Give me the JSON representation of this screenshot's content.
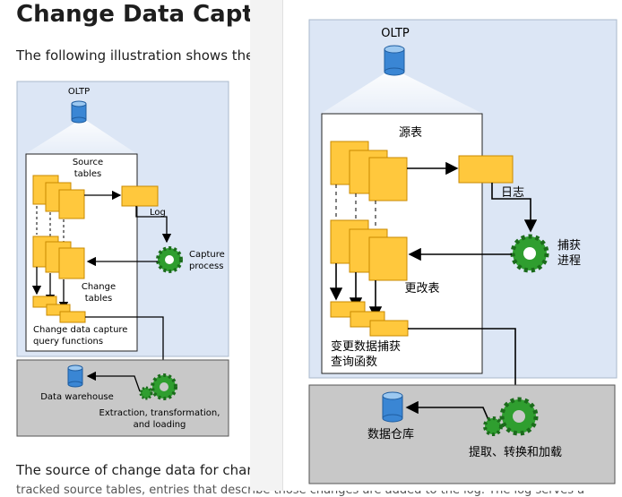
{
  "article": {
    "title": "Change Data Capture",
    "intro": "The following illustration shows the p",
    "bottom_text": "The source of change data for chang",
    "bottom_cut": "tracked source tables, entries that describe those changes are added to the log. The log serves a"
  },
  "diagram_en": {
    "oltp": "OLTP",
    "source_tables_1": "Source",
    "source_tables_2": "tables",
    "log": "Log",
    "capture_1": "Capture",
    "capture_2": "process",
    "change_tables_1": "Change",
    "change_tables_2": "tables",
    "query_1": "Change data capture",
    "query_2": "query functions",
    "dw": "Data warehouse",
    "etl_1": "Extraction, transformation,",
    "etl_2": "and loading"
  },
  "diagram_cn": {
    "oltp": "OLTP",
    "source_tables": "源表",
    "log": "日志",
    "capture_1": "捕获",
    "capture_2": "进程",
    "change_tables": "更改表",
    "query_1": "变更数据捕获",
    "query_2": "查询函数",
    "dw": "数据仓库",
    "etl": "提取、转换和加载"
  },
  "colors": {
    "oltp_panel": "#dce6f5",
    "dw_panel": "#c8c8c8",
    "table_fill": "#ffc83d",
    "gear": "#2f9e2f",
    "db_icon": "#3a86d4"
  }
}
